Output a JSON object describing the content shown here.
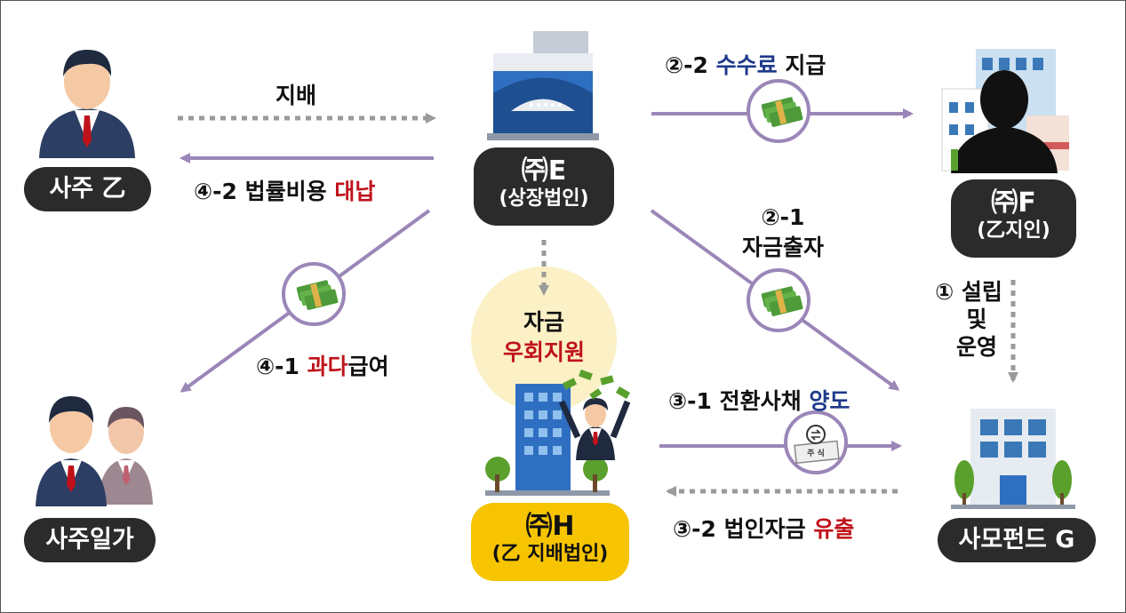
{
  "nodes": {
    "owner": {
      "label": "사주 乙"
    },
    "company_e": {
      "name": "㈜E",
      "sub": "(상장법인)"
    },
    "company_f": {
      "name": "㈜F",
      "sub": "(乙지인)"
    },
    "company_h": {
      "name": "㈜H",
      "sub": "(乙 지배법인)"
    },
    "family": {
      "label": "사주일가"
    },
    "fund_g": {
      "label": "사모펀드 G"
    }
  },
  "edges": {
    "control": {
      "label": "지배"
    },
    "fee": {
      "prefix": "②-2 ",
      "highlight": "수수료",
      "suffix": " 지급"
    },
    "legal_cost": {
      "prefix": "④-2 법률비용 ",
      "highlight": "대납"
    },
    "investment": {
      "line1": "②-1",
      "line2": "자금출자"
    },
    "establish": {
      "line1": "① 설립",
      "line2": "및",
      "line3": "운영"
    },
    "detour_support": {
      "line1": "자금",
      "line2": "우회지원"
    },
    "excess_pay": {
      "prefix": "④-1 ",
      "highlight": "과다",
      "suffix": "급여"
    },
    "cb_transfer": {
      "prefix": "③-1 전환사채 ",
      "highlight": "양도"
    },
    "outflow": {
      "prefix": "③-2 법인자금 ",
      "highlight": "유출"
    }
  },
  "stock_doc": {
    "text": "주 식"
  },
  "colors": {
    "arrow": "#9b86b8",
    "dotted": "#9a9a9a",
    "pill_dark": "#2b2b2b",
    "pill_yellow": "#f6c400",
    "navy": "#1f3a8a",
    "red": "#c0121b",
    "money": "#4f9a3a"
  }
}
